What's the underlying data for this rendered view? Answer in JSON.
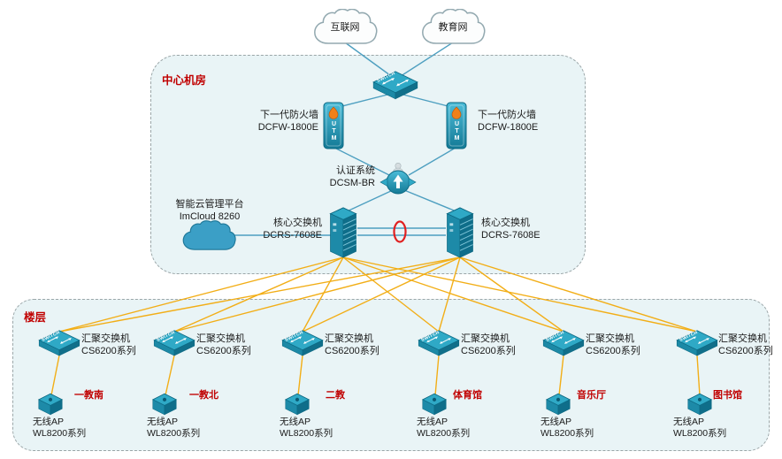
{
  "diagram": {
    "clouds": [
      {
        "label": "互联网"
      },
      {
        "label": "教育网"
      }
    ],
    "center_room": {
      "title": "中心机房",
      "firewalls": [
        {
          "name": "下一代防火墙",
          "model": "DCFW-1800E"
        },
        {
          "name": "下一代防火墙",
          "model": "DCFW-1800E"
        }
      ],
      "auth_system": {
        "name": "认证系统",
        "model": "DCSM-BR"
      },
      "cloud_platform": {
        "name": "智能云管理平台",
        "model": "ImCloud 8260"
      },
      "core_switches": [
        {
          "name": "核心交换机",
          "model": "DCRS-7608E"
        },
        {
          "name": "核心交换机",
          "model": "DCRS-7608E"
        }
      ]
    },
    "floor": {
      "title": "楼层",
      "buildings": [
        {
          "location": "一教南",
          "switch_name": "汇聚交换机",
          "switch_model": "CS6200系列",
          "ap_name": "无线AP",
          "ap_model": "WL8200系列"
        },
        {
          "location": "一教北",
          "switch_name": "汇聚交换机",
          "switch_model": "CS6200系列",
          "ap_name": "无线AP",
          "ap_model": "WL8200系列"
        },
        {
          "location": "二教",
          "switch_name": "汇聚交换机",
          "switch_model": "CS6200系列",
          "ap_name": "无线AP",
          "ap_model": "WL8200系列"
        },
        {
          "location": "体育馆",
          "switch_name": "汇聚交换机",
          "switch_model": "CS6200系列",
          "ap_name": "无线AP",
          "ap_model": "WL8200系列"
        },
        {
          "location": "音乐厅",
          "switch_name": "汇聚交换机",
          "switch_model": "CS6200系列",
          "ap_name": "无线AP",
          "ap_model": "WL8200系列"
        },
        {
          "location": "图书馆",
          "switch_name": "汇聚交换机",
          "switch_model": "CS6200系列",
          "ap_name": "无线AP",
          "ap_model": "WL8200系列"
        }
      ]
    },
    "icon_text": {
      "utm": "UTM",
      "switch": "SWITCH"
    },
    "colors": {
      "highlight_red": "#c00000",
      "device_teal": "#2fa9c6",
      "link_blue": "#4e9fc0",
      "link_yellow": "#f2ae17",
      "zone_fill": "#e9f4f6"
    }
  }
}
